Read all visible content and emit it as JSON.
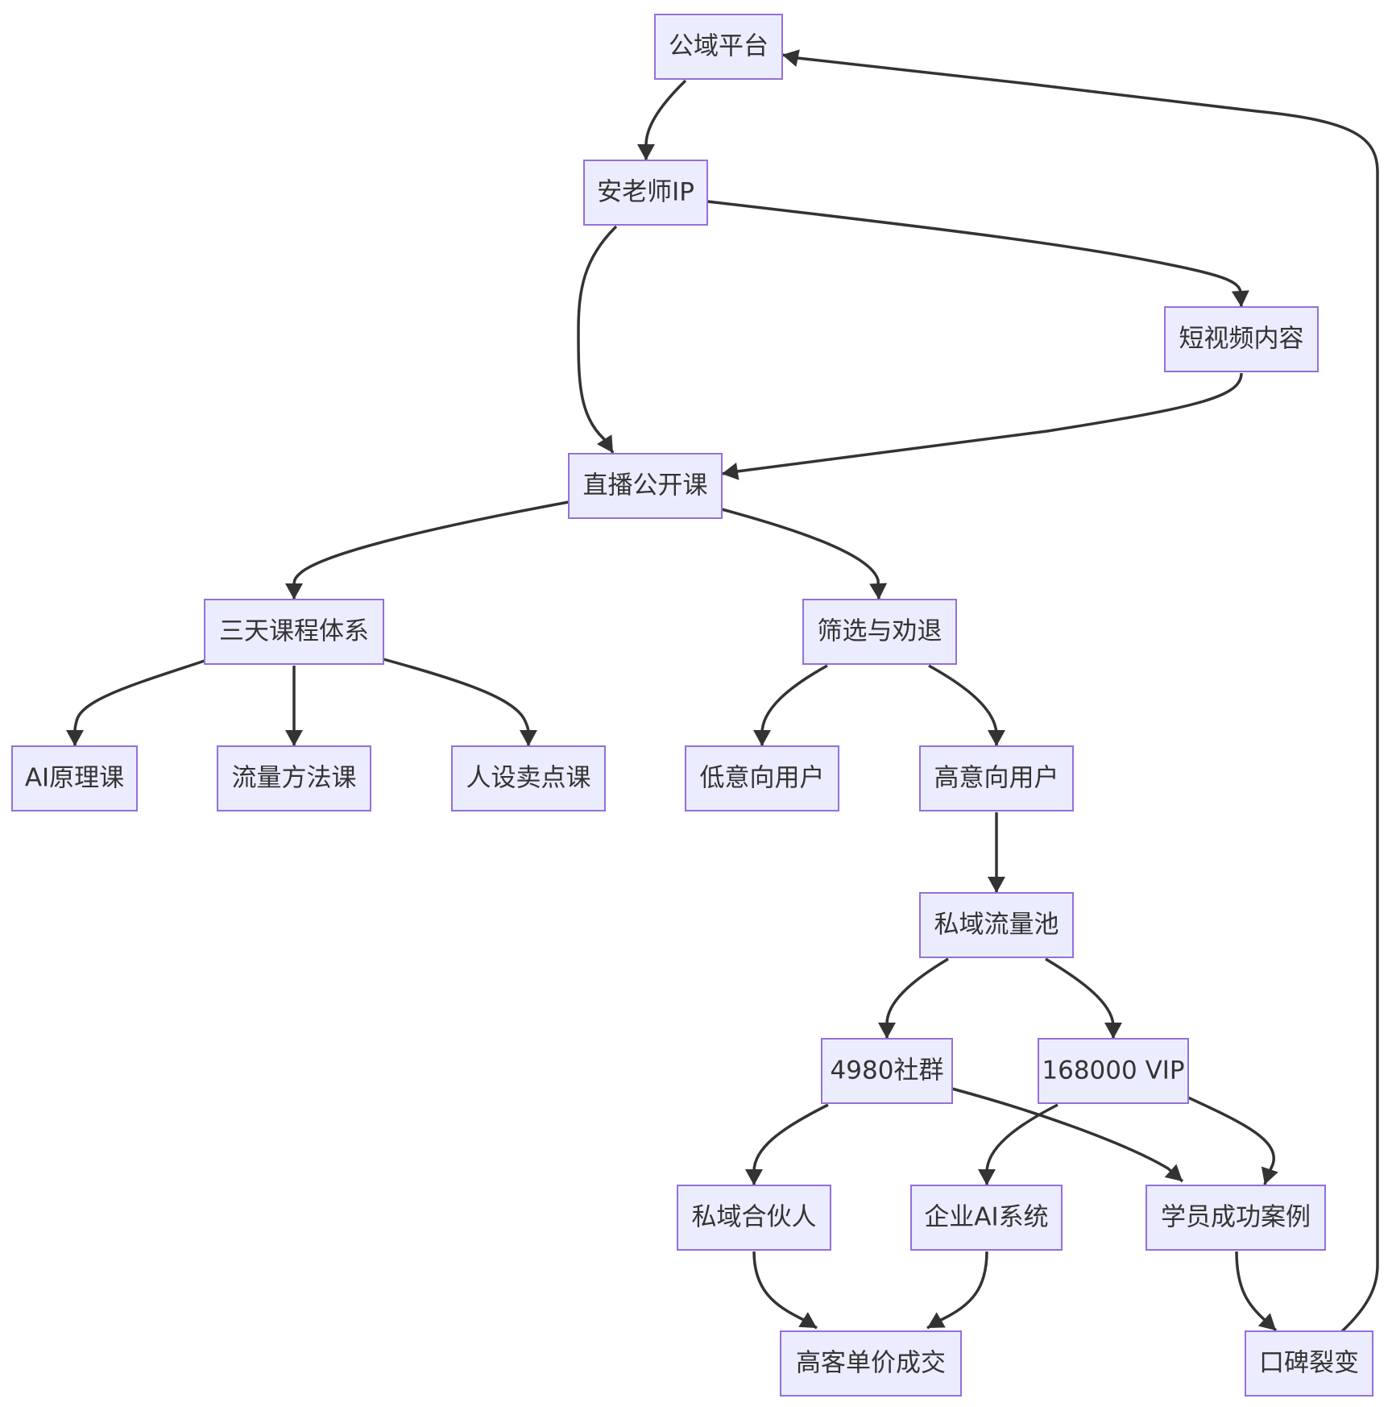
{
  "diagram": {
    "type": "flowchart",
    "node_color": "#ECECFF",
    "node_border_color": "#9370DB",
    "edge_color": "#333333",
    "text_color": "#333333",
    "nodes": [
      {
        "id": "public-platform",
        "label": "公域平台"
      },
      {
        "id": "teacher-ip",
        "label": "安老师IP"
      },
      {
        "id": "short-video",
        "label": "短视频内容"
      },
      {
        "id": "live-class",
        "label": "直播公开课"
      },
      {
        "id": "course-system",
        "label": "三天课程体系"
      },
      {
        "id": "screening",
        "label": "筛选与劝退"
      },
      {
        "id": "ai-course",
        "label": "AI原理课"
      },
      {
        "id": "traffic-course",
        "label": "流量方法课"
      },
      {
        "id": "persona-course",
        "label": "人设卖点课"
      },
      {
        "id": "low-intent",
        "label": "低意向用户"
      },
      {
        "id": "high-intent",
        "label": "高意向用户"
      },
      {
        "id": "private-pool",
        "label": "私域流量池"
      },
      {
        "id": "community-4980",
        "label": "4980社群"
      },
      {
        "id": "vip-168000",
        "label": "168000 VIP"
      },
      {
        "id": "private-partner",
        "label": "私域合伙人"
      },
      {
        "id": "enterprise-ai",
        "label": "企业AI系统"
      },
      {
        "id": "success-cases",
        "label": "学员成功案例"
      },
      {
        "id": "high-ticket-deal",
        "label": "高客单价成交"
      },
      {
        "id": "word-of-mouth",
        "label": "口碑裂变"
      }
    ],
    "edges": [
      {
        "from": "public-platform",
        "to": "teacher-ip"
      },
      {
        "from": "teacher-ip",
        "to": "short-video"
      },
      {
        "from": "teacher-ip",
        "to": "live-class"
      },
      {
        "from": "short-video",
        "to": "live-class"
      },
      {
        "from": "live-class",
        "to": "course-system"
      },
      {
        "from": "live-class",
        "to": "screening"
      },
      {
        "from": "course-system",
        "to": "ai-course"
      },
      {
        "from": "course-system",
        "to": "traffic-course"
      },
      {
        "from": "course-system",
        "to": "persona-course"
      },
      {
        "from": "screening",
        "to": "low-intent"
      },
      {
        "from": "screening",
        "to": "high-intent"
      },
      {
        "from": "high-intent",
        "to": "private-pool"
      },
      {
        "from": "private-pool",
        "to": "community-4980"
      },
      {
        "from": "private-pool",
        "to": "vip-168000"
      },
      {
        "from": "community-4980",
        "to": "private-partner"
      },
      {
        "from": "community-4980",
        "to": "success-cases"
      },
      {
        "from": "vip-168000",
        "to": "enterprise-ai"
      },
      {
        "from": "vip-168000",
        "to": "success-cases"
      },
      {
        "from": "private-partner",
        "to": "high-ticket-deal"
      },
      {
        "from": "enterprise-ai",
        "to": "high-ticket-deal"
      },
      {
        "from": "success-cases",
        "to": "word-of-mouth"
      },
      {
        "from": "word-of-mouth",
        "to": "public-platform"
      }
    ]
  }
}
